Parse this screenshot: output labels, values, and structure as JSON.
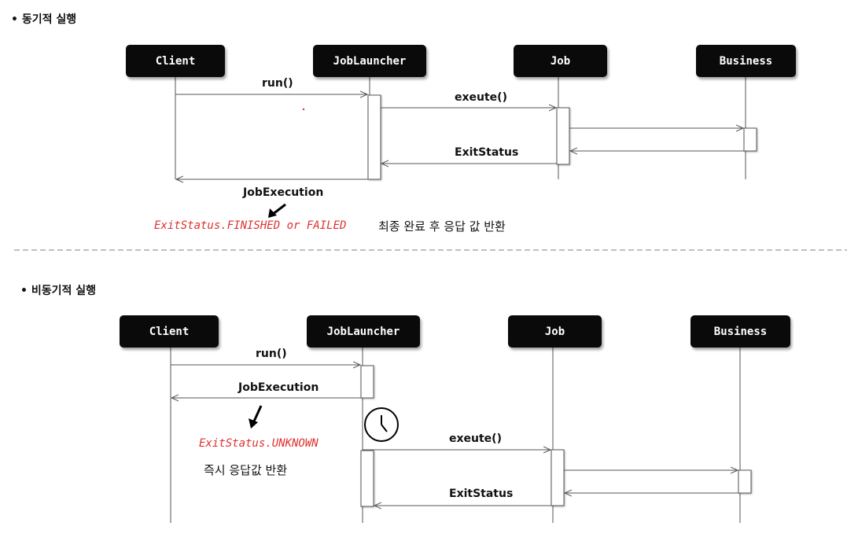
{
  "sync": {
    "title": "•  동기적 실행",
    "actors": [
      "Client",
      "JobLauncher",
      "Job",
      "Business"
    ],
    "msg_run": "run()",
    "msg_exeute": "exeute()",
    "msg_exitstatus": "ExitStatus",
    "msg_jobexecution": "JobExecution",
    "status_text": "ExitStatus.FINISHED or FAILED",
    "note": "최종 완료 후 응답 값 반환"
  },
  "async": {
    "title": "•  비동기적 실행",
    "actors": [
      "Client",
      "JobLauncher",
      "Job",
      "Business"
    ],
    "msg_run": "run()",
    "msg_jobexecution": "JobExecution",
    "status_text": "ExitStatus.UNKNOWN",
    "note": "즉시 응답값 반환",
    "msg_exeute": "exeute()",
    "msg_exitstatus": "ExitStatus"
  },
  "colors": {
    "status": "#e03030",
    "box": "#0a0a0a",
    "separator": "#bfbfbf"
  },
  "icons": {
    "arrow_sync": "bold-arrow-icon",
    "arrow_async": "bold-arrow-icon",
    "clock": "clock-icon"
  }
}
